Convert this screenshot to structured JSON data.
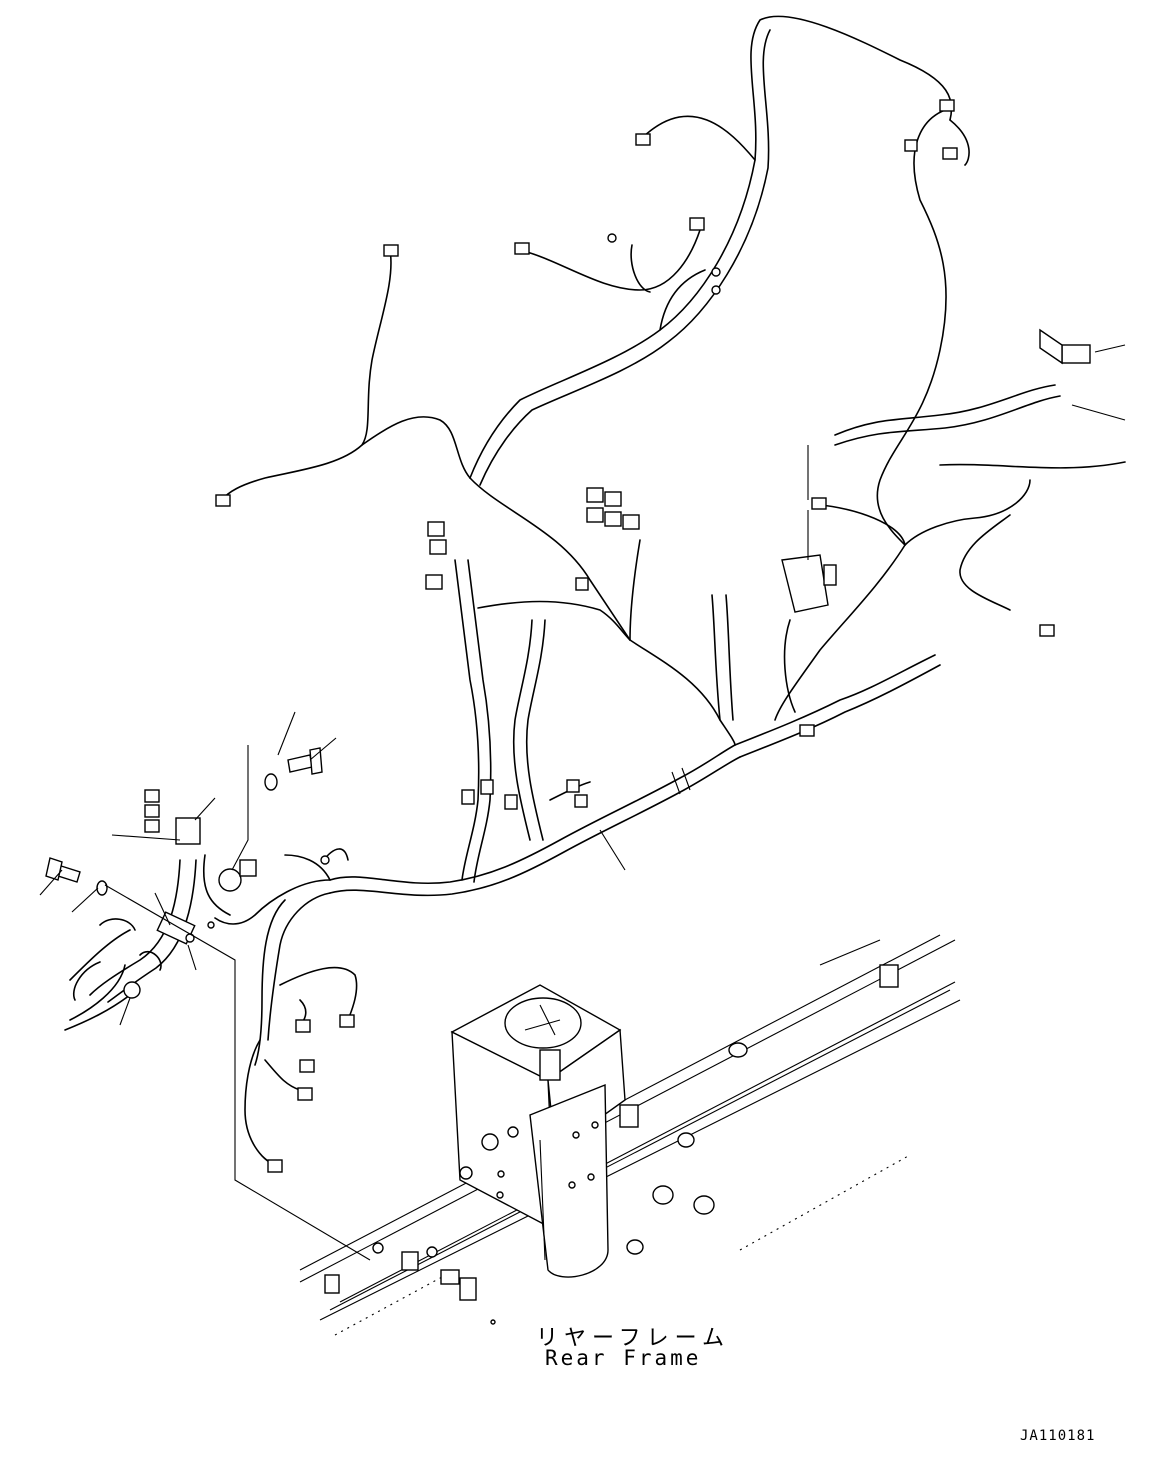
{
  "labels": {
    "rear_frame_jp": "リヤーフレーム",
    "rear_frame_en": "Rear Frame",
    "drawing_id": "JA110181"
  }
}
